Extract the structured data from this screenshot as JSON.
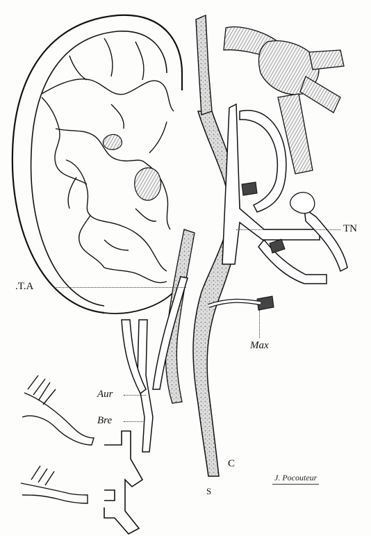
{
  "labels": {
    "ta": ".T.A",
    "tn": "TN",
    "max": "Max",
    "aur": "Aur",
    "bre": "Bre",
    "c": "C",
    "s": "S"
  },
  "signature": "J. Pocouteur"
}
